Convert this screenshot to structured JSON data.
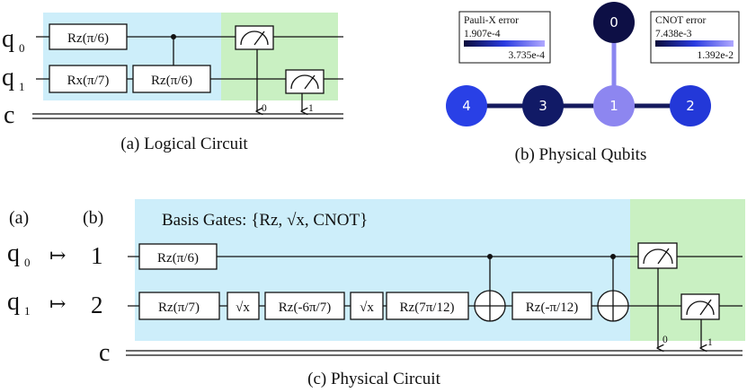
{
  "colors": {
    "basis_region": "#cdeefa",
    "measure_region": "#c9f0c2",
    "qubit_0": "#0d0f45",
    "qubit_1": "#8d86f0",
    "qubit_2": "#2338d8",
    "qubit_3": "#111a66",
    "qubit_4": "#2940e6",
    "edge_dark": "#151a5e",
    "edge_light": "#8a86f0"
  },
  "logical": {
    "caption": "(a) Logical Circuit",
    "q0_label": "q",
    "q0_sub": "0",
    "q1_label": "q",
    "q1_sub": "1",
    "c_label": "c",
    "gates": {
      "q0_rz": "Rz(π/6)",
      "q1_rx": "Rx(π/7)",
      "q1_rz": "Rz(π/6)"
    },
    "meas_bit0": "0",
    "meas_bit1": "1"
  },
  "physical_qubits": {
    "caption": "(b) Physical Qubits",
    "nodes": [
      "0",
      "1",
      "2",
      "3",
      "4"
    ],
    "pauli_legend": {
      "title": "Pauli-X error",
      "min": "1.907e-4",
      "max": "3.735e-4"
    },
    "cnot_legend": {
      "title": "CNOT error",
      "min": "7.438e-3",
      "max": "1.392e-2"
    }
  },
  "physical": {
    "caption": "(c) Physical Circuit",
    "col_a": "(a)",
    "col_b": "(b)",
    "map": [
      {
        "logical": "q",
        "sub": "0",
        "physical": "1"
      },
      {
        "logical": "q",
        "sub": "1",
        "physical": "2"
      }
    ],
    "arrow": "↦",
    "c_label": "c",
    "basis_title": "Basis Gates: {Rz, √x, CNOT}",
    "gates": {
      "top_rz": "Rz(π/6)",
      "b1": "Rz(π/7)",
      "b2": "√x",
      "b3": "Rz(-6π/7)",
      "b4": "√x",
      "b5": "Rz(7π/12)",
      "b6": "Rz(-π/12)"
    },
    "meas_bit0": "0",
    "meas_bit1": "1"
  }
}
